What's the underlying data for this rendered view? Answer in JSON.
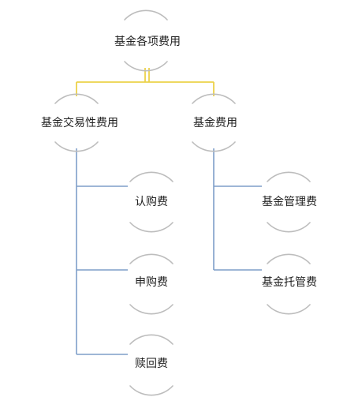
{
  "diagram": {
    "root": "基金各项费用",
    "branches": [
      {
        "label": "基金交易性费用",
        "children": [
          "认购费",
          "申购费",
          "赎回费"
        ]
      },
      {
        "label": "基金费用",
        "children": [
          "基金管理费",
          "基金托管费"
        ]
      }
    ]
  },
  "colors": {
    "root_connector": "#ecd24a",
    "child_connector": "#7f9ec9",
    "node_arc": "#bdbdbd"
  }
}
